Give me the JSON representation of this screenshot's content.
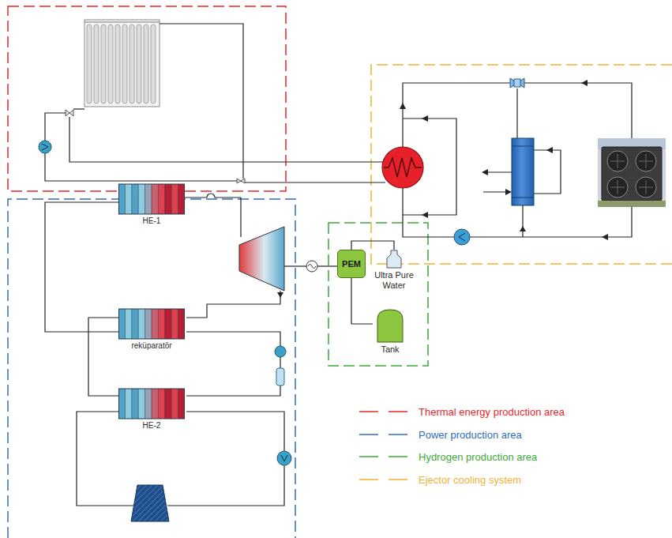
{
  "diagram": {
    "nodes": [
      {
        "text": [
          "HE-1"
        ]
      },
      {
        "text": [
          "reküparatör"
        ]
      },
      {
        "text": [
          "HE-2"
        ]
      },
      {
        "text": [
          "PEM"
        ]
      },
      {
        "text": [
          "Ultra Pure Water"
        ]
      },
      {
        "text": [
          "Tank"
        ]
      }
    ],
    "edges": [
      {
        "from": 0,
        "to": 1,
        "arrow": "none"
      },
      {
        "from": 1,
        "to": 2,
        "arrow": "none"
      },
      {
        "from": 3,
        "to": 4,
        "arrow": "none"
      },
      {
        "from": 3,
        "to": 5,
        "arrow": "none"
      }
    ],
    "legend": [
      {
        "text": "Thermal energy production area"
      },
      {
        "text": "Power production area"
      },
      {
        "text": "Hydrogen production area"
      },
      {
        "text": "Ejector cooling system"
      }
    ]
  }
}
